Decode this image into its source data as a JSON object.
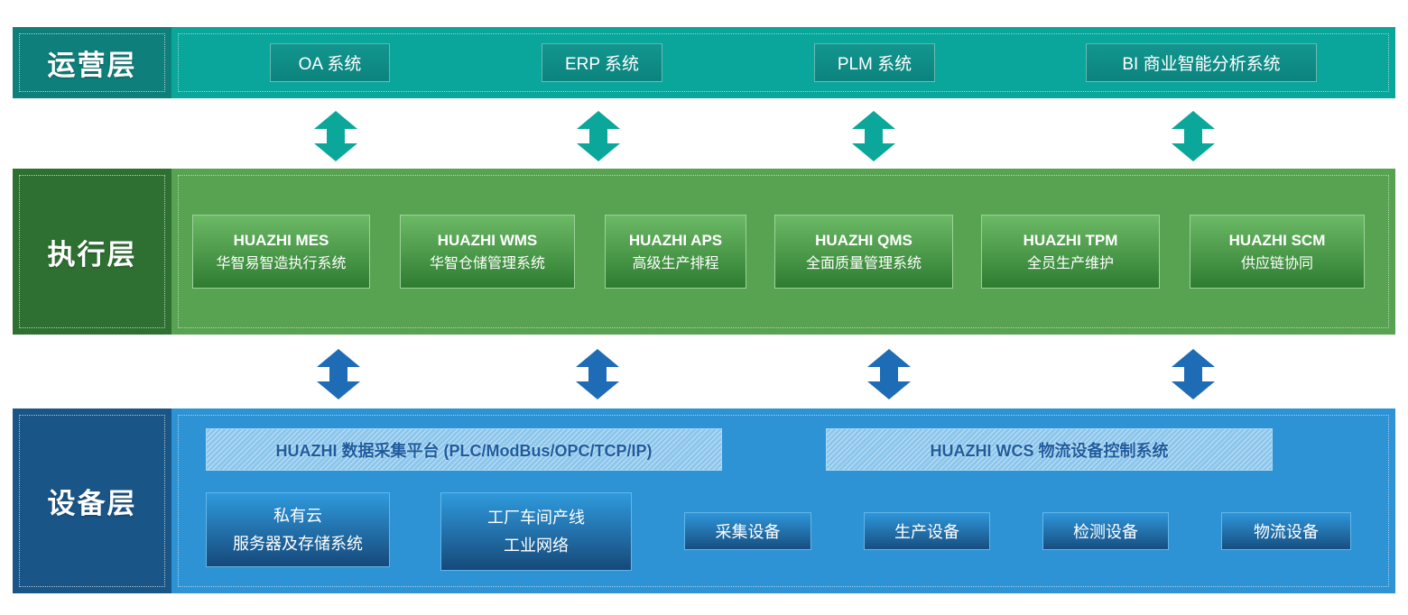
{
  "colors": {
    "operations_bar": "#0aa69b",
    "operations_label_bg": "#0e7f7b",
    "operations_button_bg": "#0e8d86",
    "execution_bar": "#57a352",
    "execution_label_bg": "#2e7031",
    "execution_box_gradient_top": "#6cba66",
    "execution_box_gradient_bottom": "#2e7c31",
    "device_bar": "#2d93d5",
    "device_label_bg": "#1a5588",
    "device_box_gradient_top": "#2f9adc",
    "device_box_gradient_bottom": "#16497a",
    "hatch_bar_bg": "#8cc6ec",
    "hatch_bar_text": "#1d5c9e",
    "arrow_teal": "#0ba79a",
    "arrow_blue": "#1e6cb5"
  },
  "layers": {
    "operations": {
      "label": "运营层",
      "systems": [
        {
          "label": "OA 系统"
        },
        {
          "label": "ERP 系统"
        },
        {
          "label": "PLM 系统"
        },
        {
          "label": "BI 商业智能分析系统"
        }
      ]
    },
    "execution": {
      "label": "执行层",
      "systems": [
        {
          "line1": "HUAZHI MES",
          "line2": "华智易智造执行系统"
        },
        {
          "line1": "HUAZHI WMS",
          "line2": "华智仓储管理系统"
        },
        {
          "line1": "HUAZHI APS",
          "line2": "高级生产排程"
        },
        {
          "line1": "HUAZHI QMS",
          "line2": "全面质量管理系统"
        },
        {
          "line1": "HUAZHI TPM",
          "line2": "全员生产维护"
        },
        {
          "line1": "HUAZHI SCM",
          "line2": "供应链协同"
        }
      ]
    },
    "device": {
      "label": "设备层",
      "platforms": [
        {
          "label": "HUAZHI 数据采集平台 (PLC/ModBus/OPC/TCP/IP)"
        },
        {
          "label": "HUAZHI WCS 物流设备控制系统"
        }
      ],
      "infrastructure": [
        {
          "line1": "私有云",
          "line2": "服务器及存储系统"
        },
        {
          "line1": "工厂车间产线",
          "line2": "工业网络"
        }
      ],
      "devices": [
        {
          "label": "采集设备"
        },
        {
          "label": "生产设备"
        },
        {
          "label": "检测设备"
        },
        {
          "label": "物流设备"
        }
      ]
    }
  }
}
